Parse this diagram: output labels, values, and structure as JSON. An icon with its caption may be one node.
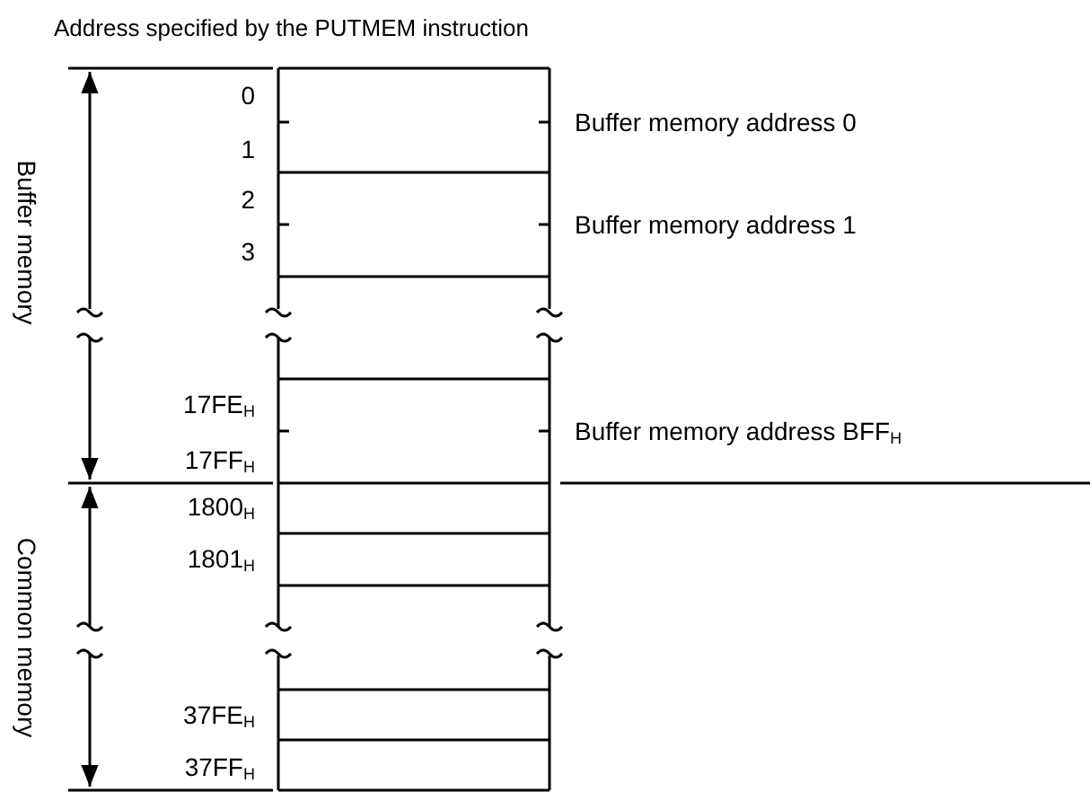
{
  "diagram": {
    "title": "Address specified by the PUTMEM instruction",
    "labels": [
      "Buffer memory",
      "0",
      "1",
      "2",
      "3",
      "Buffer memory address 0",
      "Buffer memory address 1",
      "17FE$_{H}$",
      "17FF$_{H}$",
      "Buffer memory address BFF$_{H}$",
      "Common memory",
      "1800$_{H}$",
      "1801$_{H}$",
      "37FE$_{H}$",
      "37FF$_{H}$"
    ]
  }
}
